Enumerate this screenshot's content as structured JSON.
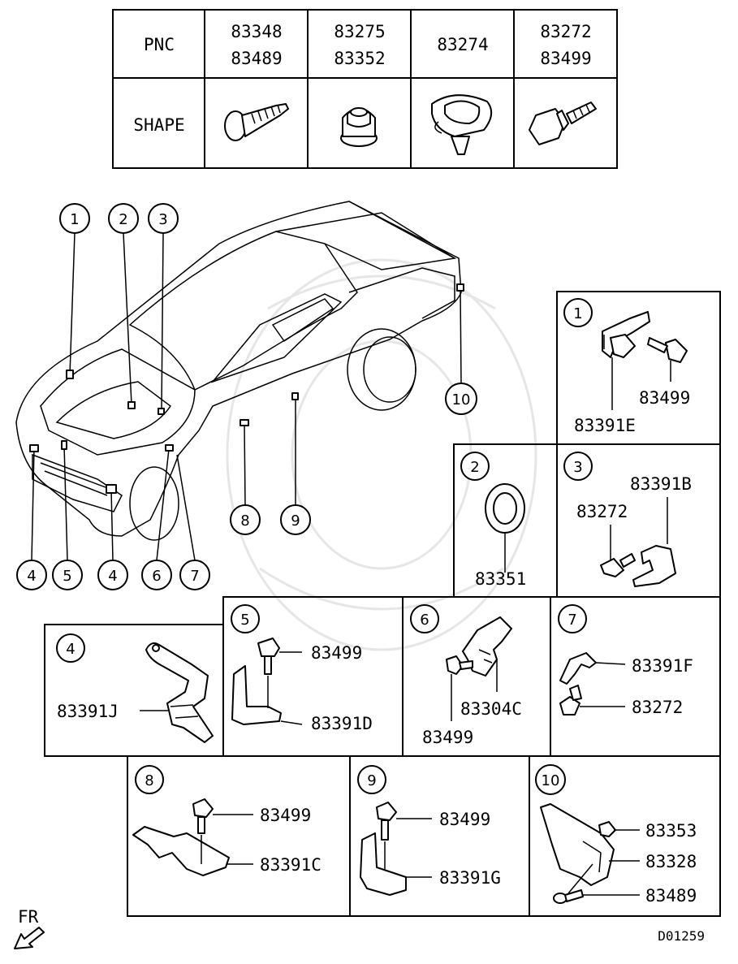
{
  "table": {
    "header_pnc": "PNC",
    "header_shape": "SHAPE",
    "columns": [
      {
        "pnc_line1": "83348",
        "pnc_line2": "83489",
        "shape_icon": "tapping-screw-icon"
      },
      {
        "pnc_line1": "83275",
        "pnc_line2": "83352",
        "shape_icon": "grommet-nut-icon"
      },
      {
        "pnc_line1": "83274",
        "pnc_line2": "",
        "shape_icon": "harness-clip-icon"
      },
      {
        "pnc_line1": "83272",
        "pnc_line2": "83499",
        "shape_icon": "flange-bolt-icon"
      }
    ]
  },
  "callouts": [
    "1",
    "2",
    "3",
    "4",
    "5",
    "4",
    "6",
    "7",
    "8",
    "9",
    "10"
  ],
  "details": {
    "d1": {
      "index": "1",
      "labels": [
        "83499",
        "83391E"
      ]
    },
    "d2": {
      "index": "2",
      "labels": [
        "83351"
      ]
    },
    "d3": {
      "index": "3",
      "labels": [
        "83391B",
        "83272"
      ]
    },
    "d4": {
      "index": "4",
      "labels": [
        "83391J"
      ]
    },
    "d5": {
      "index": "5",
      "labels": [
        "83499",
        "83391D"
      ]
    },
    "d6": {
      "index": "6",
      "labels": [
        "83304C",
        "83499"
      ]
    },
    "d7": {
      "index": "7",
      "labels": [
        "83391F",
        "83272"
      ]
    },
    "d8": {
      "index": "8",
      "labels": [
        "83499",
        "83391C"
      ]
    },
    "d9": {
      "index": "9",
      "labels": [
        "83499",
        "83391G"
      ]
    },
    "d10": {
      "index": "10",
      "labels": [
        "83353",
        "83328",
        "83489"
      ]
    }
  },
  "footer": {
    "front_label": "FR",
    "diagram_code": "D01259"
  }
}
